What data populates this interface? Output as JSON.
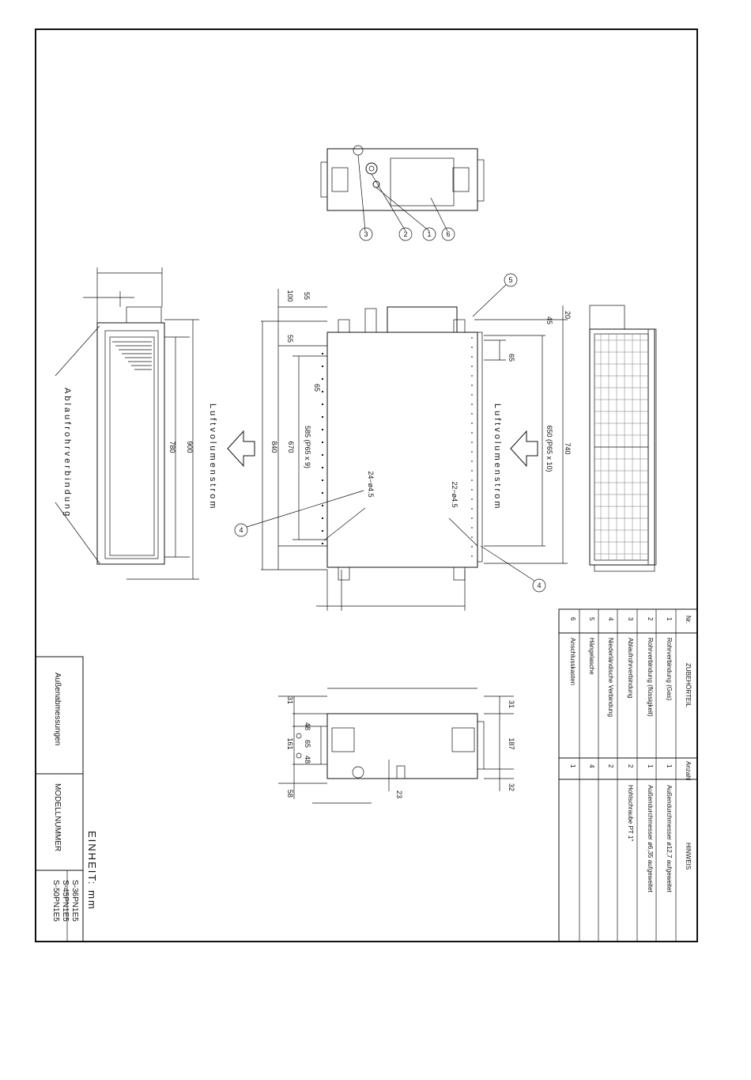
{
  "dimensions": {
    "left_view": [
      "780",
      "900"
    ],
    "top_left": [
      "100",
      "55",
      "55",
      "65"
    ],
    "left_stack": [
      "585 (P65 x 9)",
      "670",
      "840"
    ],
    "holes": [
      "24−ø4.5",
      "22−ø4.5"
    ],
    "right_stack": [
      "45",
      "20",
      "65",
      "650 (P65 x 10)",
      "740"
    ],
    "bottom_left": [
      "31",
      "48",
      "65",
      "48",
      "161",
      "58"
    ],
    "bottom_right": [
      "31",
      "187",
      "32",
      "23"
    ]
  },
  "labels": {
    "drain": "Ablaufrohrverbindung",
    "airflow_left": "Luftvolumenstrom",
    "airflow_right": "Luftvolumenstrom"
  },
  "callouts": [
    "3",
    "2",
    "1",
    "6",
    "5",
    "4",
    "4"
  ],
  "accessories": {
    "headers": {
      "nr": "Nr.",
      "part": "ZUBEHÖRTEIL",
      "qty": "Anzahl",
      "note": "HINWEIS"
    },
    "rows": [
      {
        "nr": "1",
        "part": "Rohrverbindung (Gas)",
        "qty": "1",
        "note": "Außendurchmesser ø12,7 aufgeweitet"
      },
      {
        "nr": "2",
        "part": "Rohrverbindung (flüssigkeit)",
        "qty": "1",
        "note": "Außendurchmesser ø6,35 aufgeweitet"
      },
      {
        "nr": "3",
        "part": "Ablaufrohrverbindung",
        "qty": "2",
        "note": "Hohlschraube PT 1\""
      },
      {
        "nr": "4",
        "part": "Niederländische Verbindung",
        "qty": "2",
        "note": ""
      },
      {
        "nr": "5",
        "part": "Hängelasche",
        "qty": "4",
        "note": ""
      },
      {
        "nr": "6",
        "part": "Anschlusskasten",
        "qty": "1",
        "note": ""
      }
    ]
  },
  "title_block": {
    "title": "Außenabmessungen",
    "model_label": "MODELLNUMMER",
    "models": [
      "S-36PN1E5",
      "S-45PN1E5",
      "S-50PN1E5"
    ],
    "unit": "EINHEIT: mm"
  }
}
